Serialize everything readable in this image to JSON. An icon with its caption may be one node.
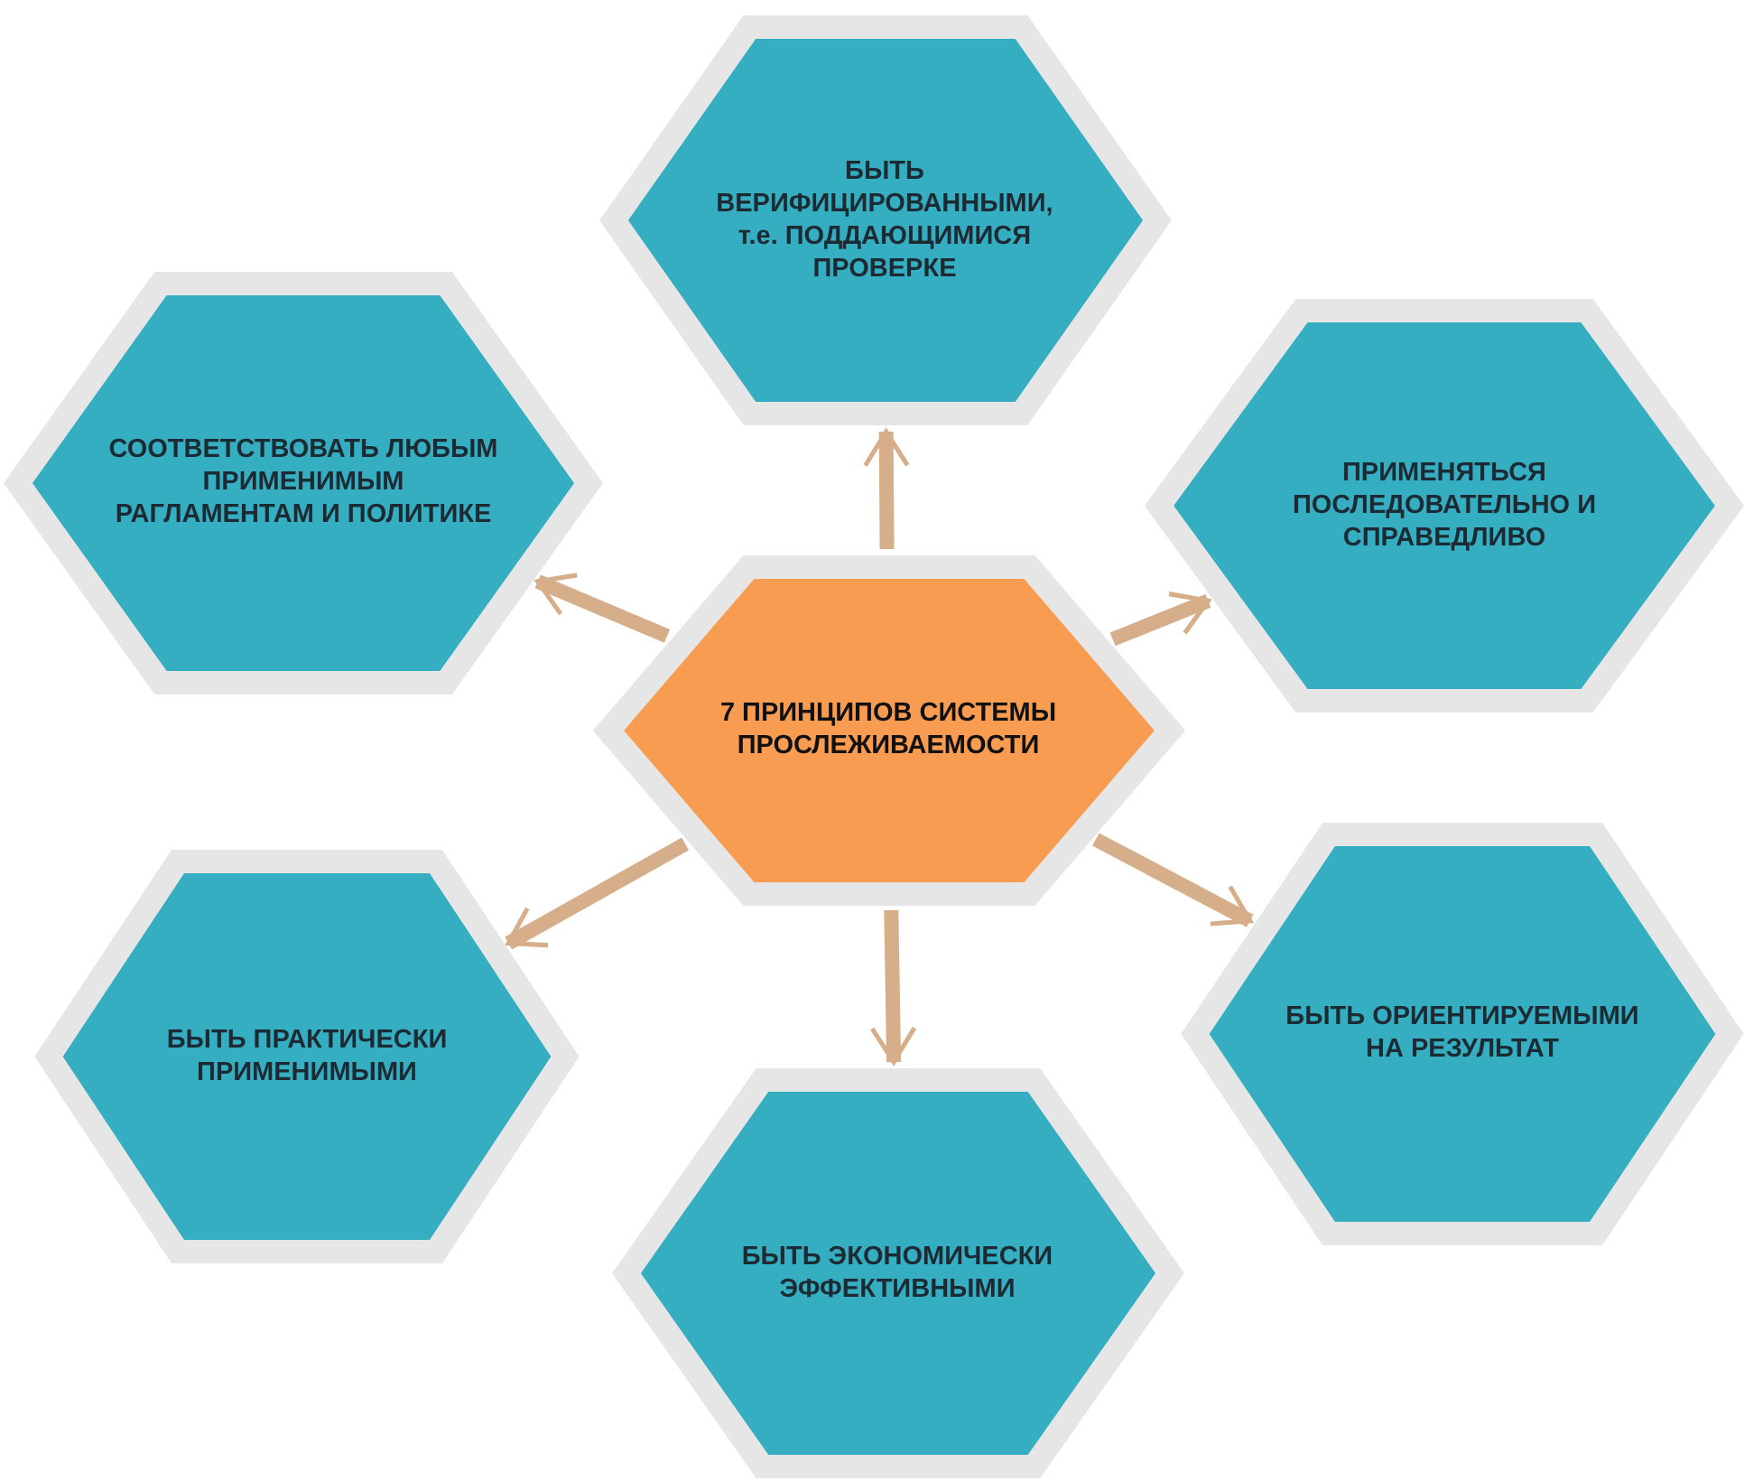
{
  "diagram": {
    "nodes": [
      {
        "text": [
          "7 ПРИНЦИПОВ СИСТЕМЫ ПРОСЛЕЖИВАЕМОСТИ"
        ]
      },
      {
        "text": [
          "БЫТЬ ВЕРИФИЦИРОВАННЫМИ, т.е. ПОДДАЮЩИМИСЯ ПРОВЕРКЕ"
        ]
      },
      {
        "text": [
          "СООТВЕТСТВОВАТЬ ЛЮБЫМ ПРИМЕНИМЫМ РАГЛАМЕНТАМ И ПОЛИТИКЕ"
        ]
      },
      {
        "text": [
          "ПРИМЕНЯТЬСЯ ПОСЛЕДОВАТЕЛЬНО И СПРАВЕДЛИВО"
        ]
      },
      {
        "text": [
          "БЫТЬ ОРИЕНТИРУЕМЫМИ НА РЕЗУЛЬТАТ"
        ]
      },
      {
        "text": [
          "БЫТЬ ПРАКТИЧЕСКИ ПРИМЕНИМЫМИ"
        ]
      },
      {
        "text": [
          "БЫТЬ ЭКОНОМИЧЕСКИ ЭФФЕКТИВНЫМИ"
        ]
      }
    ],
    "edges": [
      {
        "from": 0,
        "to": 1,
        "arrow": "to"
      },
      {
        "from": 0,
        "to": 2,
        "arrow": "to"
      },
      {
        "from": 0,
        "to": 3,
        "arrow": "to"
      },
      {
        "from": 0,
        "to": 4,
        "arrow": "to"
      },
      {
        "from": 0,
        "to": 5,
        "arrow": "to"
      },
      {
        "from": 0,
        "to": 6,
        "arrow": "to"
      }
    ]
  }
}
